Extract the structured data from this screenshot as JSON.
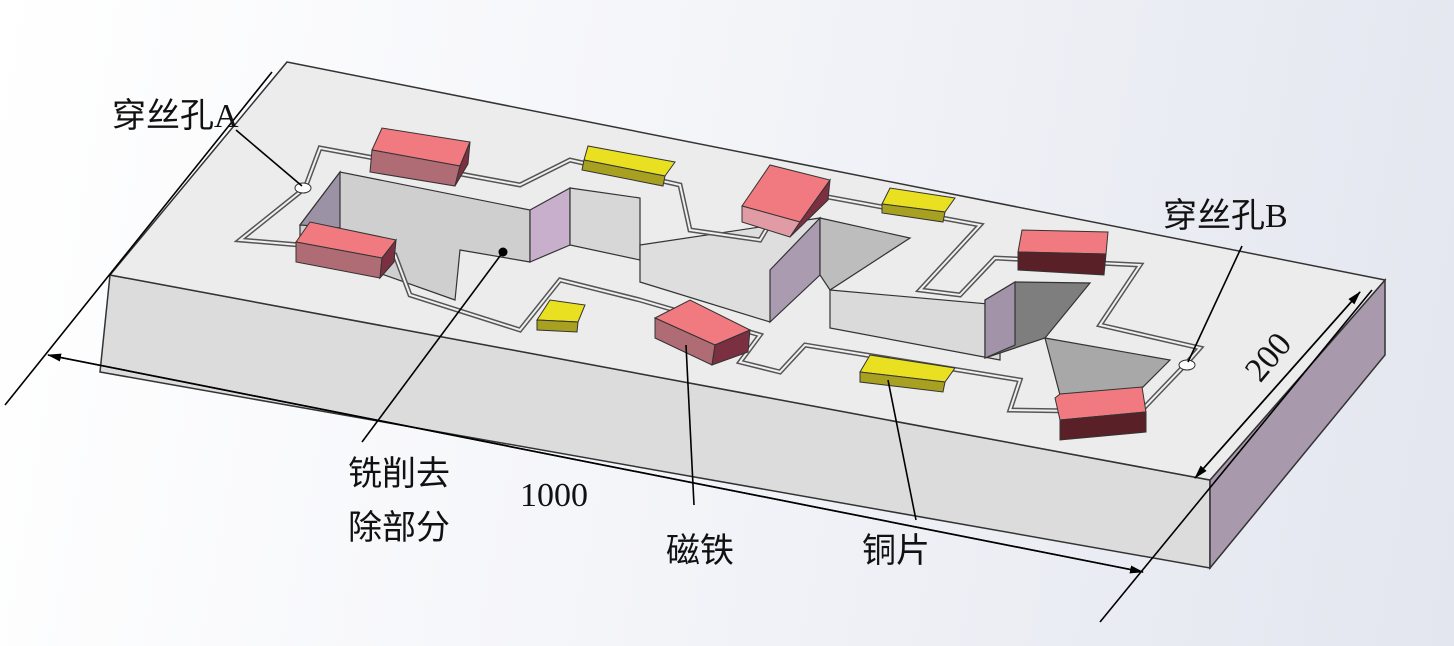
{
  "labels": {
    "hole_a": "穿丝孔A",
    "hole_b": "穿丝孔B",
    "milled_line1": "铣削去",
    "milled_line2": "除部分",
    "magnet": "磁铁",
    "copper": "铜片"
  },
  "dimensions": {
    "length": "1000",
    "width": "200"
  },
  "colors": {
    "magnet": "#f07a80",
    "copper": "#e8e020",
    "slab": "#e6e6e6",
    "side": "#b2a3b4"
  }
}
